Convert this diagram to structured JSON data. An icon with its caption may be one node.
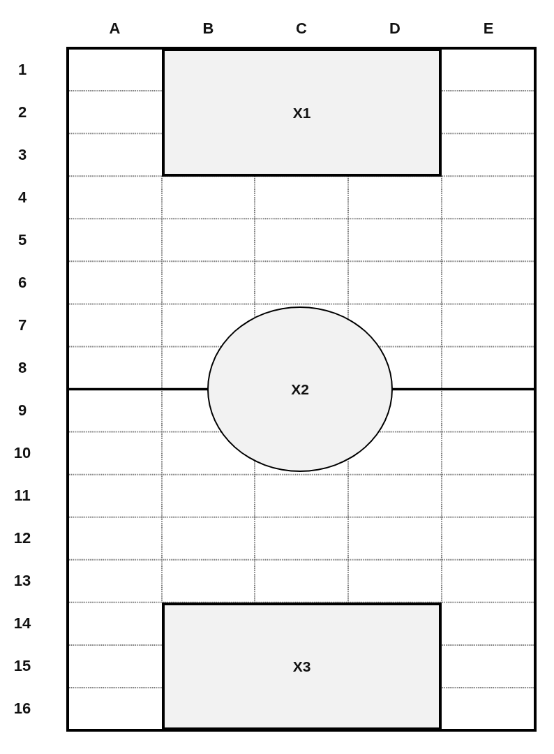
{
  "diagram": {
    "nodes": [
      {
        "text": [
          "X1"
        ]
      },
      {
        "text": [
          "X2"
        ]
      },
      {
        "text": [
          "X3"
        ]
      }
    ],
    "labels": [
      "A",
      "B",
      "C",
      "D",
      "E",
      "1",
      "2",
      "3",
      "4",
      "5",
      "6",
      "7",
      "8",
      "9",
      "10",
      "11",
      "12",
      "13",
      "14",
      "15",
      "16"
    ]
  }
}
